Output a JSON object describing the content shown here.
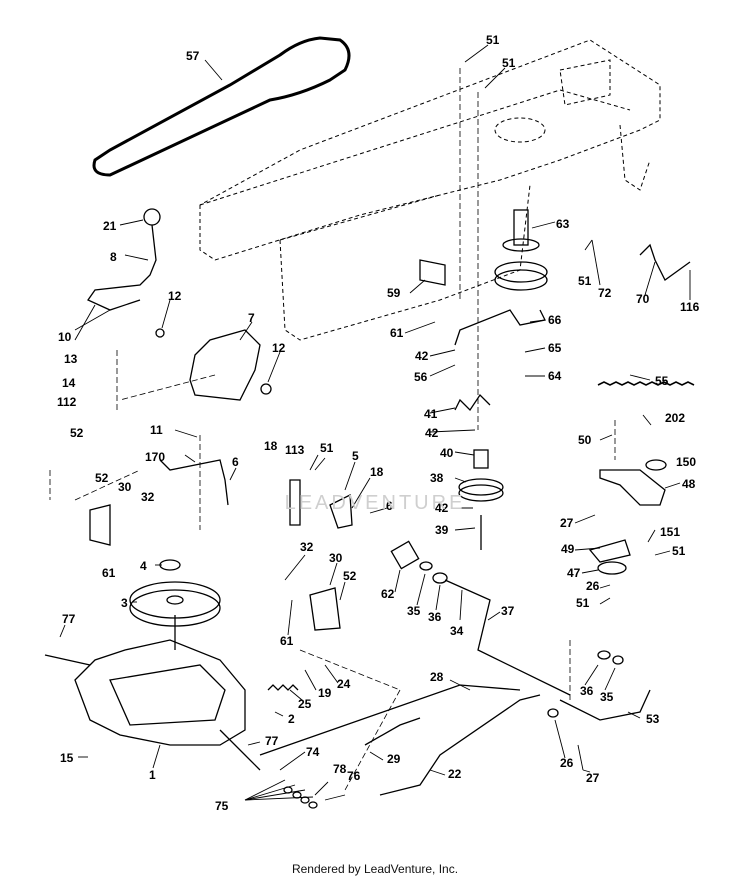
{
  "footer": "Rendered by LeadVenture, Inc.",
  "watermark": "LEADVENTURE",
  "colors": {
    "ink": "#000000",
    "watermark": "#d6d6d6"
  },
  "callouts": [
    "57",
    "51",
    "51",
    "21",
    "8",
    "12",
    "7",
    "12",
    "10",
    "13",
    "14",
    "112",
    "63",
    "72",
    "51",
    "70",
    "116",
    "59",
    "66",
    "61",
    "42",
    "65",
    "56",
    "64",
    "55",
    "41",
    "42",
    "202",
    "50",
    "150",
    "48",
    "40",
    "38",
    "42",
    "39",
    "27",
    "52",
    "11",
    "18",
    "113",
    "51",
    "5",
    "18",
    "6",
    "170",
    "6",
    "52",
    "30",
    "32",
    "61",
    "4",
    "3",
    "77",
    "15",
    "1",
    "32",
    "30",
    "52",
    "61",
    "25",
    "19",
    "24",
    "2",
    "77",
    "74",
    "75",
    "78",
    "76",
    "62",
    "35",
    "36",
    "34",
    "37",
    "28",
    "29",
    "22",
    "36",
    "35",
    "26",
    "27",
    "53",
    "49",
    "47",
    "26",
    "51",
    "151",
    "51"
  ]
}
